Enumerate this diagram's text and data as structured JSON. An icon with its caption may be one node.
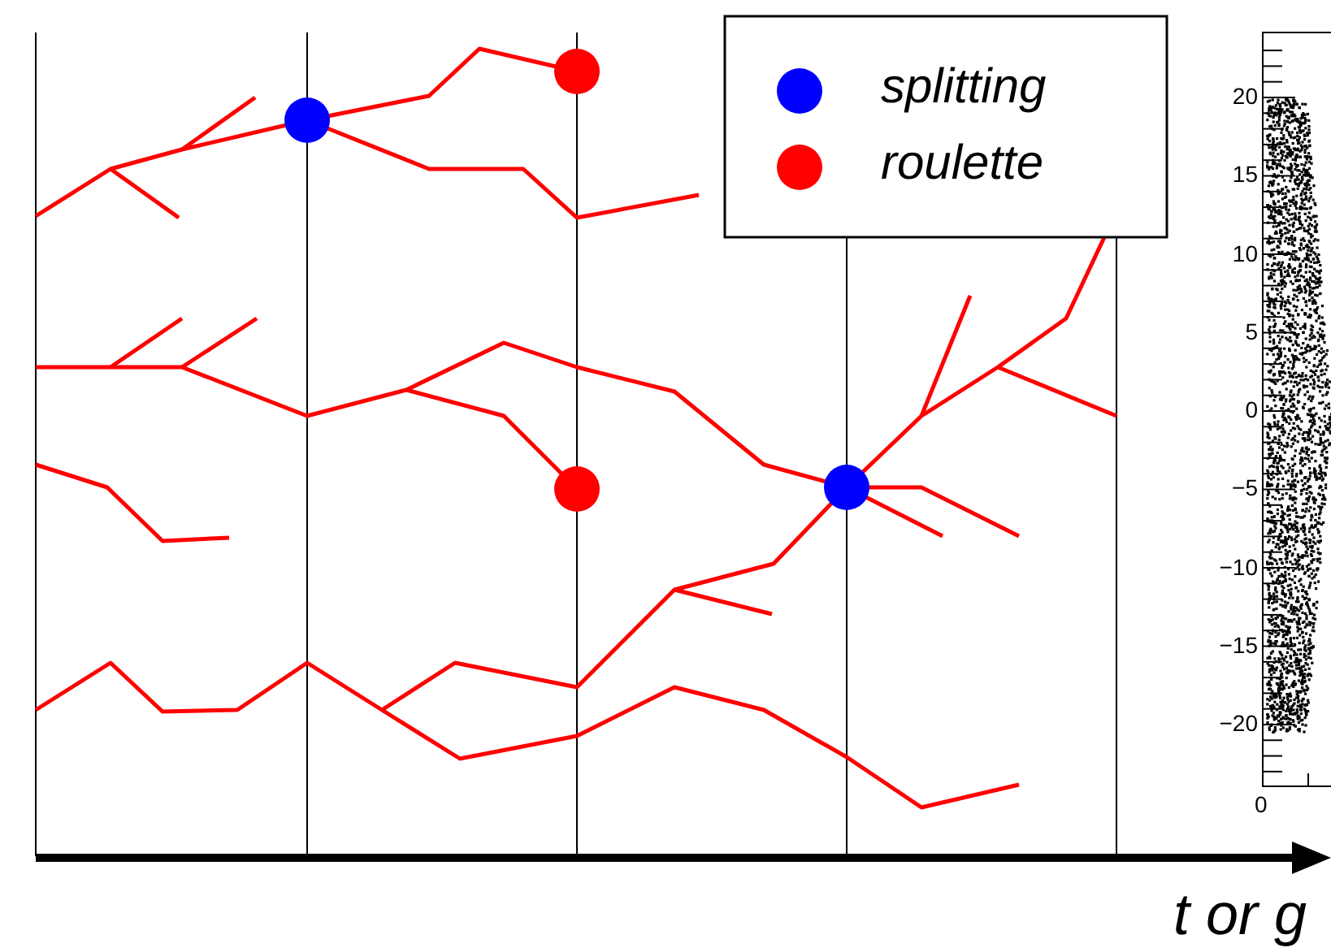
{
  "diagram": {
    "labels": [
      "20",
      "15",
      "10",
      "5",
      "0",
      "−5",
      "−10",
      "−15",
      "−20",
      "0",
      "t or g"
    ],
    "legend": [
      {
        "text": "splitting",
        "color": "#0000ff"
      },
      {
        "text": "roulette",
        "color": "#ff0000"
      }
    ]
  }
}
